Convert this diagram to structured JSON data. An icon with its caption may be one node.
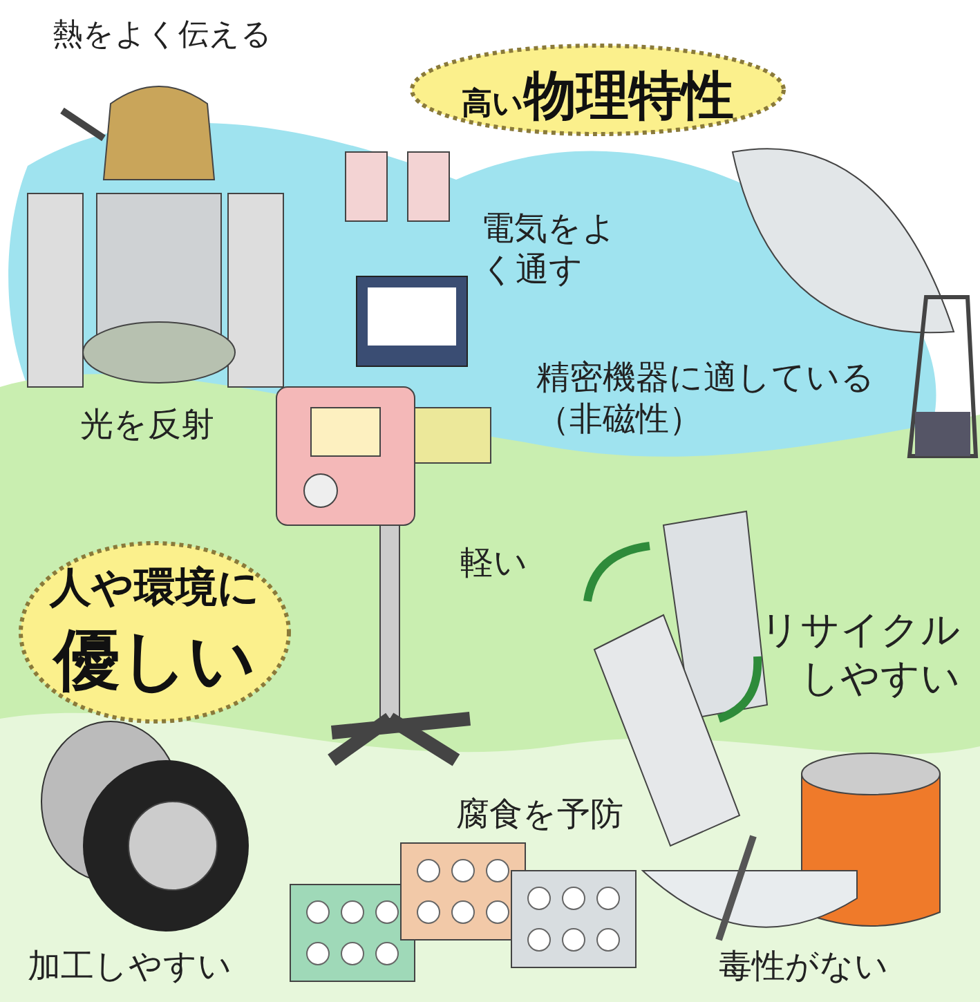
{
  "diagram": {
    "nodes": [
      {
        "text": [
          "高い",
          "物理特性"
        ]
      },
      {
        "text": [
          "人や環境に",
          "優しい"
        ]
      }
    ],
    "labels": [
      "熱をよく伝える",
      "電気をよく通す",
      "光を反射",
      "精密機器に適している（非磁性）",
      "軽い",
      "リサイクルしやすい",
      "腐食を予防",
      "加工しやすい",
      "毒性がない"
    ]
  }
}
